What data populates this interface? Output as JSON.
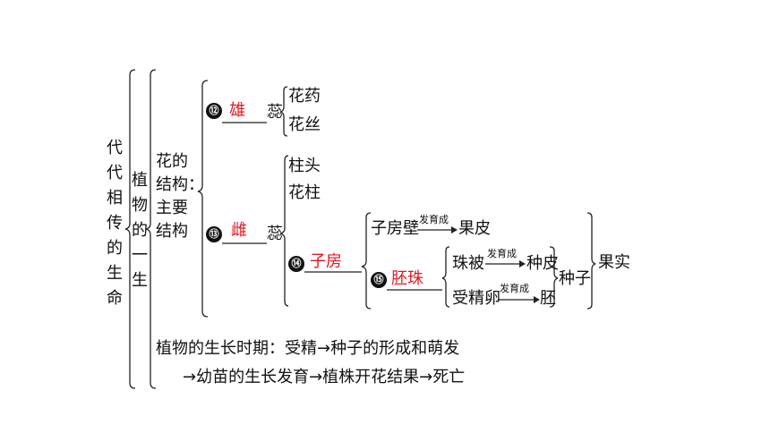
{
  "root_title": [
    "代",
    "代",
    "相",
    "传",
    "的",
    "生",
    "命"
  ],
  "plant_life": [
    "植",
    "物",
    "的",
    "一",
    "生"
  ],
  "flower_structure": [
    "花的",
    "结构：",
    "主要",
    "结构"
  ],
  "q12": {
    "num": "⑫",
    "answer": "雄",
    "suffix": "蕊",
    "parts": [
      "花药",
      "花丝"
    ]
  },
  "q13": {
    "num": "⑬",
    "answer": "雌",
    "suffix": "蕊",
    "parts": [
      "柱头",
      "花柱"
    ]
  },
  "q14": {
    "num": "⑭",
    "answer": "子房"
  },
  "q15": {
    "num": "⑮",
    "answer": "胚珠"
  },
  "develop_label": "发育成",
  "ovary_wall": "子房壁",
  "pericarp": "果皮",
  "integument": "珠被",
  "seed_coat": "种皮",
  "fertilized_egg": "受精卵",
  "embryo": "胚",
  "seed": "种子",
  "fruit": "果实",
  "growth_line1": "植物的生长时期：受精→种子的形成和萌发",
  "growth_line2": "→幼苗的生长发育→植株开花结果→死亡"
}
